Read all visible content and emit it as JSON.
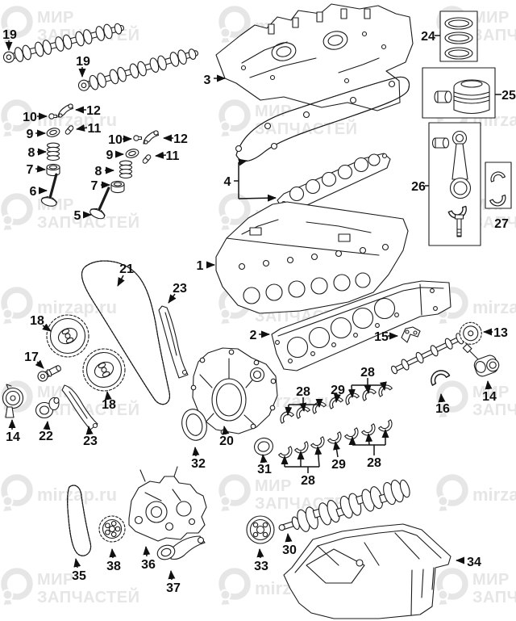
{
  "watermark": {
    "brand_word1": "МИР",
    "brand_word2": "ЗАПЧАСТЕЙ",
    "site": "mirzap.ru",
    "color": "#e6e6e6"
  },
  "callouts": [
    {
      "part": "camshaft-exhaust",
      "num": "19"
    },
    {
      "part": "camshaft-intake",
      "num": "19"
    },
    {
      "part": "valve-cover",
      "num": "3"
    },
    {
      "part": "rocker-arm",
      "num": "12"
    },
    {
      "part": "lash-adjuster",
      "num": "10"
    },
    {
      "part": "spring-retainer",
      "num": "9"
    },
    {
      "part": "valve-keeper",
      "num": "11"
    },
    {
      "part": "valve-spring",
      "num": "8"
    },
    {
      "part": "valve-tappet",
      "num": "7"
    },
    {
      "part": "intake-valve",
      "num": "6"
    },
    {
      "part": "lash-adjuster-2",
      "num": "10"
    },
    {
      "part": "rocker-arm-2",
      "num": "12"
    },
    {
      "part": "spring-retainer-2",
      "num": "9"
    },
    {
      "part": "valve-keeper-2",
      "num": "11"
    },
    {
      "part": "valve-spring-2",
      "num": "8"
    },
    {
      "part": "valve-tappet-2",
      "num": "7"
    },
    {
      "part": "exhaust-valve",
      "num": "5"
    },
    {
      "part": "cover-gaskets",
      "num": "4"
    },
    {
      "part": "cylinder-head",
      "num": "1"
    },
    {
      "part": "timing-chain",
      "num": "21"
    },
    {
      "part": "chain-guide",
      "num": "23"
    },
    {
      "part": "cam-sprocket",
      "num": "18"
    },
    {
      "part": "sensor-bolt",
      "num": "17"
    },
    {
      "part": "head-gasket",
      "num": "2"
    },
    {
      "part": "bracket",
      "num": "15"
    },
    {
      "part": "balance-shaft",
      "num": "13"
    },
    {
      "part": "cam-sprocket-2",
      "num": "18"
    },
    {
      "part": "plug",
      "num": "22"
    },
    {
      "part": "chain-guide-2",
      "num": "23"
    },
    {
      "part": "tensioner-left",
      "num": "14"
    },
    {
      "part": "timing-cover",
      "num": "20"
    },
    {
      "part": "front-seal",
      "num": "32"
    },
    {
      "part": "seal-ring",
      "num": "31"
    },
    {
      "part": "thrust-washer",
      "num": "16"
    },
    {
      "part": "tensioner-right",
      "num": "14"
    },
    {
      "part": "piston-ring-set",
      "num": "24"
    },
    {
      "part": "piston-kit",
      "num": "25"
    },
    {
      "part": "connecting-rod-kit",
      "num": "26"
    },
    {
      "part": "rod-bearing-set",
      "num": "27"
    },
    {
      "part": "main-bearings-upper-right",
      "num": "28"
    },
    {
      "part": "thrust-bearing-upper",
      "num": "29"
    },
    {
      "part": "main-bearings-upper-left",
      "num": "28"
    },
    {
      "part": "thrust-bearing-lower",
      "num": "29"
    },
    {
      "part": "main-bearings-lower-right",
      "num": "28"
    },
    {
      "part": "main-bearings-lower-left",
      "num": "28"
    },
    {
      "part": "crankshaft",
      "num": "30"
    },
    {
      "part": "crank-pulley",
      "num": "33"
    },
    {
      "part": "oil-pan",
      "num": "34"
    },
    {
      "part": "oil-pump-chain",
      "num": "35"
    },
    {
      "part": "oil-pump-sprocket",
      "num": "38"
    },
    {
      "part": "oil-pump",
      "num": "36"
    },
    {
      "part": "oil-pump-arm",
      "num": "37"
    }
  ]
}
